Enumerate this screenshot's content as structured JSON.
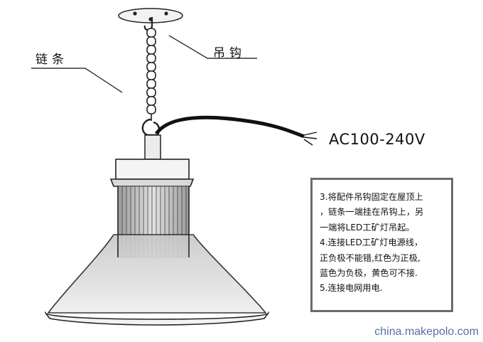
{
  "labels": {
    "chain": "链条",
    "hook": "吊钩",
    "voltage": "AC100-240V"
  },
  "instructions": [
    "3.将配件吊钩固定在屋顶上",
    "，链条一端挂在吊钩上，另",
    "一端将LED工矿灯吊起。",
    "4.连接LED工矿灯电源线，",
    "正负极不能错,红色为正极,",
    "蓝色为负极，黄色可不接.",
    "5.连接电网用电."
  ],
  "watermark": "china.makepolo.com",
  "colors": {
    "line": "#1a1a1a",
    "fin": "#b8b8b8",
    "shade": "#d6d6d6",
    "box_border": "#6b6b6b",
    "watermark": "#5a6fa8"
  }
}
